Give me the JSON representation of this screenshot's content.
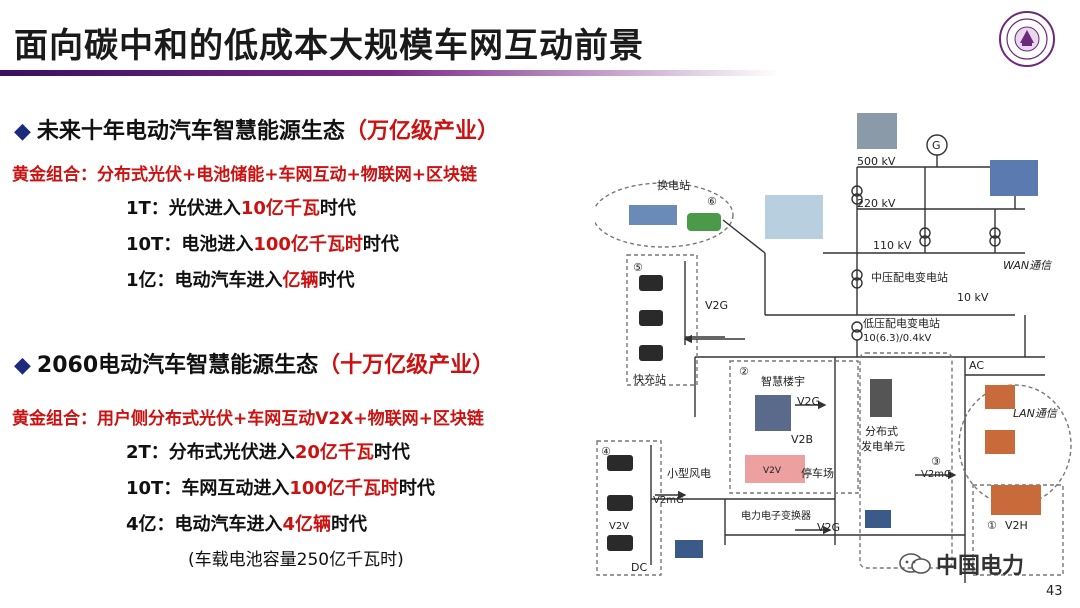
{
  "title": "面向碳中和的低成本大规模车网互动前景",
  "section1": {
    "heading": "未来十年电动汽车智慧能源生态",
    "scale": "（万亿级产业）",
    "combo": "黄金组合：分布式光伏+电池储能+车网互动+物联网+区块链",
    "items": [
      {
        "prefix": "1T：光伏进入",
        "highlight": "10亿千瓦",
        "suffix": "时代"
      },
      {
        "prefix": "10T：电池进入",
        "highlight": "100亿千瓦时",
        "suffix": "时代"
      },
      {
        "prefix": "1亿：电动汽车进入",
        "highlight": "亿辆",
        "suffix": "时代"
      }
    ]
  },
  "section2": {
    "heading": "2060电动汽车智慧能源生态",
    "scale": "（十万亿级产业）",
    "combo": "黄金组合：用户侧分布式光伏+车网互动V2X+物联网+区块链",
    "items": [
      {
        "prefix": "2T：分布式光伏进入",
        "highlight": "20亿千瓦",
        "suffix": "时代"
      },
      {
        "prefix": "10T：车网互动进入",
        "highlight": "100亿千瓦时",
        "suffix": "时代"
      },
      {
        "prefix": "4亿：电动汽车进入",
        "highlight": "4亿辆",
        "suffix": "时代"
      }
    ],
    "note": "(车载电池容量250亿千瓦时)"
  },
  "diagram": {
    "kv500": "500 kV",
    "kv220": "220 kV",
    "kv110": "110 kV",
    "kv10": "10 kV",
    "wan": "WAN通信",
    "lan": "LAN通信",
    "swap_station": "换电站",
    "n6": "⑥",
    "n5": "⑤",
    "n4": "④",
    "n3": "③",
    "n2": "②",
    "n1": "①",
    "mid_substation": "中压配电变电站",
    "low_substation": "低压配电变电站",
    "low_voltage": "10(6.3)/0.4kV",
    "fast_charge": "快充站",
    "v2g_a": "V2G",
    "v2g_b": "V2G",
    "v2g_c": "V2G",
    "smart_building": "智慧楼宇",
    "v2b": "V2B",
    "v2v_a": "V2V",
    "v2v_b": "V2V",
    "parking": "停车场",
    "dist_gen": "分布式",
    "dist_gen2": "发电单元",
    "v2mg_a": "V2mG",
    "v2mg_b": "V2mG",
    "small_wind": "小型风电",
    "pe_converter": "电力电子变换器",
    "dc": "DC",
    "ac": "AC",
    "v2h": "V2H",
    "g": "G"
  },
  "watermark": "中国电力",
  "page_number": "43",
  "colors": {
    "accent_red": "#cc1111",
    "title_bar": "#5a1a78",
    "diamond": "#1b2a7a"
  }
}
